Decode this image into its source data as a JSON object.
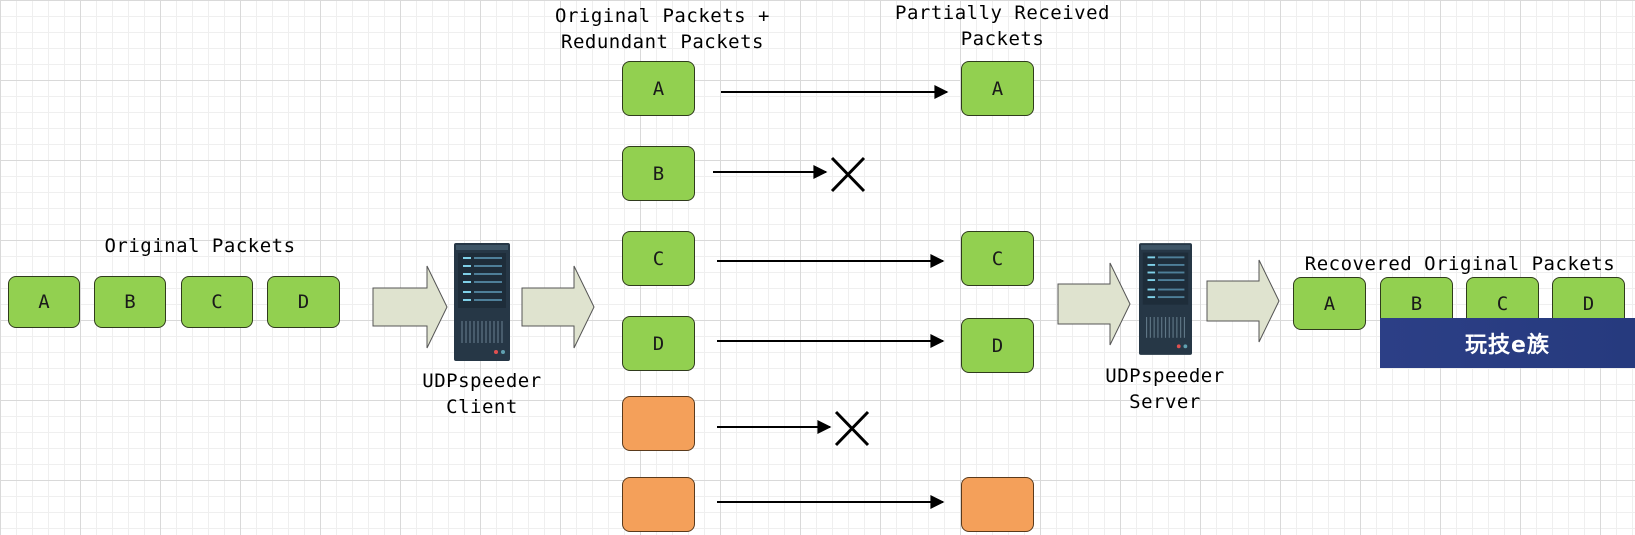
{
  "labels": {
    "original_packets_left": "Original Packets",
    "client_line1": "UDPspeeder",
    "client_line2": "Client",
    "middle_header_line1": "Original Packets +",
    "middle_header_line2": "Redundant Packets",
    "received_header_line1": "Partially Received",
    "received_header_line2": "Packets",
    "server_line1": "UDPspeeder",
    "server_line2": "Server",
    "recovered_header": "Recovered Original Packets"
  },
  "packets": {
    "left": [
      "A",
      "B",
      "C",
      "D"
    ],
    "sent": [
      "A",
      "B",
      "C",
      "D",
      "",
      ""
    ],
    "received": [
      "A",
      "C",
      "D",
      ""
    ],
    "recovered": [
      "A",
      "B",
      "C",
      "D"
    ]
  },
  "watermark": "玩技e族",
  "colors": {
    "packet_green": "#92d050",
    "packet_orange": "#f4a05a",
    "arrow_fill": "#dfe3cf",
    "server_body": "#263746",
    "watermark_bg": "#2c3f86"
  }
}
